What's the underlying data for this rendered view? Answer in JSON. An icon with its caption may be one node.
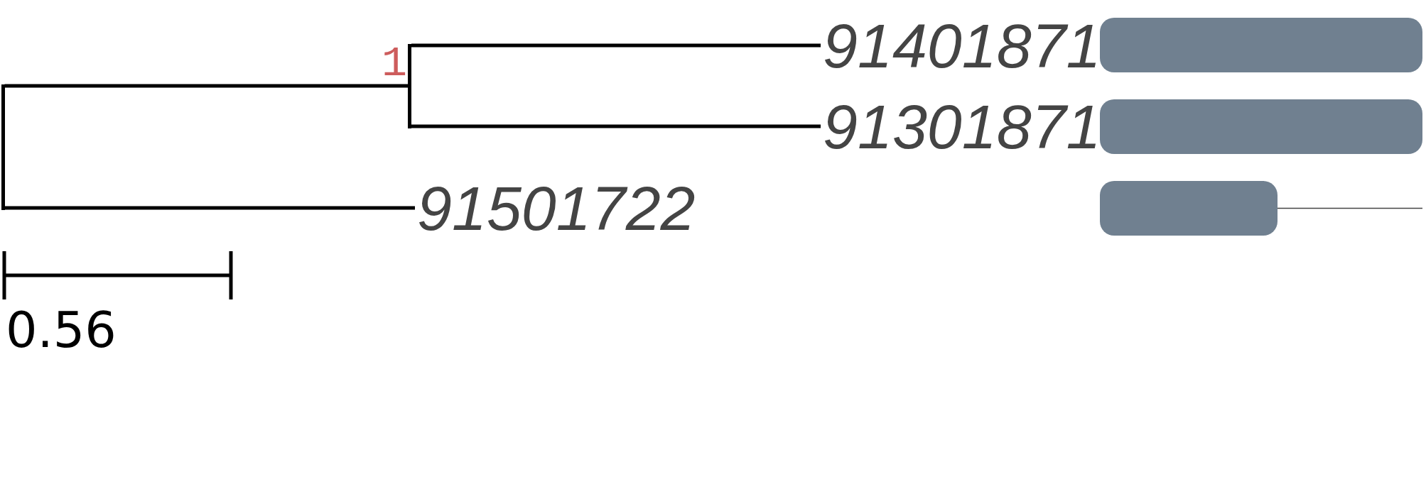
{
  "diagram": {
    "nodes": [
      {
        "text": [],
        "shape": "bar"
      },
      {
        "text": [],
        "shape": "bar",
        "beside": [
          "1"
        ]
      },
      {
        "text": [
          "91401871"
        ]
      },
      {
        "text": [
          "91301871"
        ]
      },
      {
        "text": [
          "91501722"
        ]
      },
      {
        "text": [],
        "shape": "bar"
      },
      {
        "text": [],
        "shape": "bar"
      },
      {
        "text": [],
        "shape": "bar"
      }
    ],
    "edges": [
      {
        "from": 0,
        "to": 1,
        "arrow": "none"
      },
      {
        "from": 1,
        "to": 2,
        "arrow": "none"
      },
      {
        "from": 1,
        "to": 3,
        "arrow": "none"
      },
      {
        "from": 0,
        "to": 4,
        "arrow": "none"
      }
    ],
    "labels": [
      "0.56"
    ]
  }
}
